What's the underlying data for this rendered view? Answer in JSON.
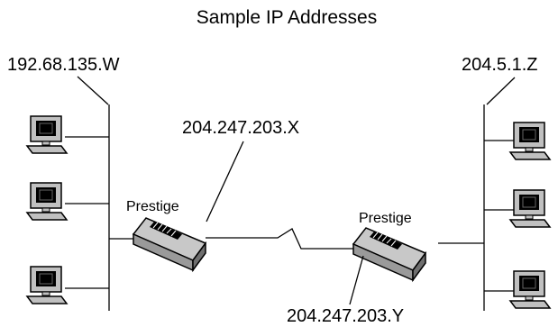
{
  "title": "Sample IP Addresses",
  "networks": {
    "left": {
      "address": "192.68.135.W"
    },
    "right": {
      "address": "204.5.1.Z"
    }
  },
  "routers": {
    "left": {
      "label": "Prestige",
      "wan_address": "204.247.203.X"
    },
    "right": {
      "label": "Prestige",
      "wan_address": "204.247.203.Y"
    }
  },
  "icons": {
    "computer": "computer-icon",
    "router": "router-icon"
  },
  "colors": {
    "line": "#000000",
    "router_body": "#9a9a9a",
    "router_top": "#c8c8c8",
    "computer_body": "#c0c0c0",
    "screen": "#000000"
  }
}
